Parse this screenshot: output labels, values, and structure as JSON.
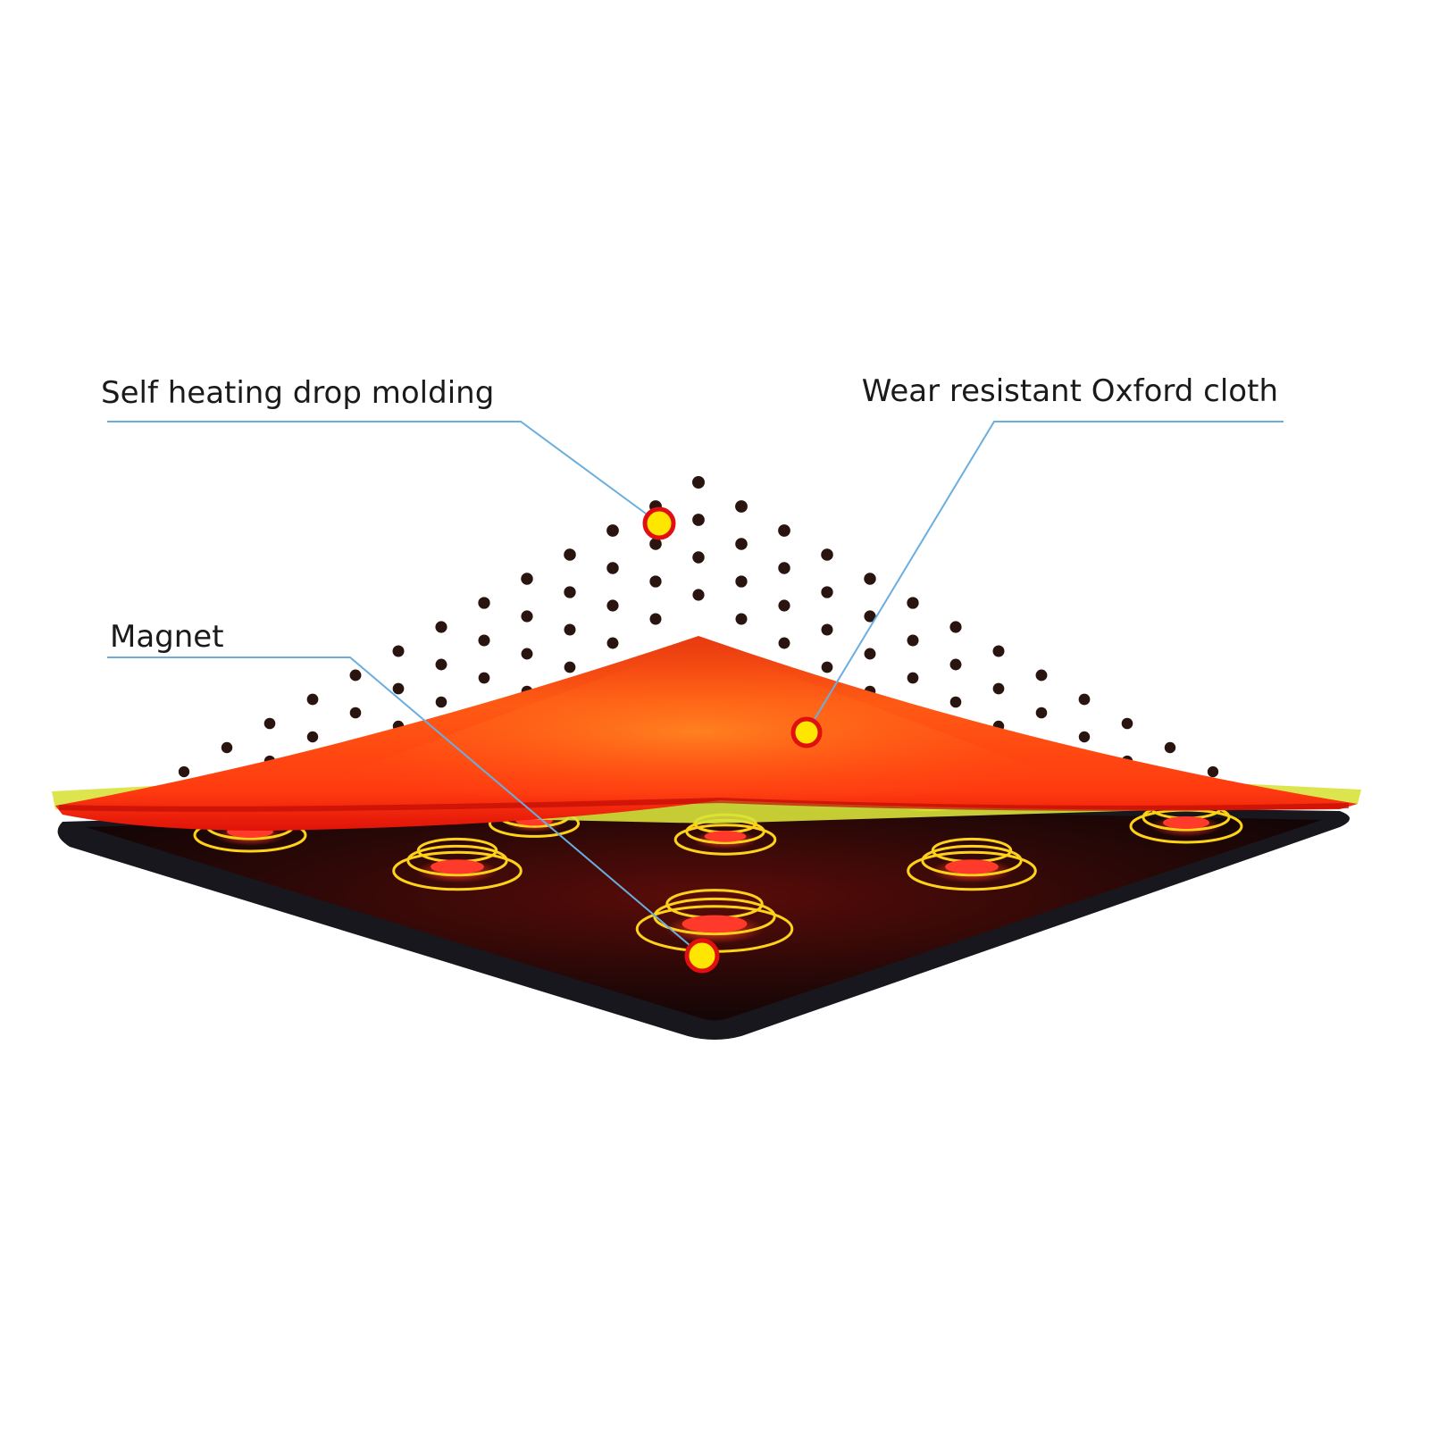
{
  "callouts": {
    "self_heating": {
      "label": "Self heating drop molding"
    },
    "oxford_cloth": {
      "label": "Wear resistant Oxford cloth"
    },
    "magnet": {
      "label": "Magnet"
    }
  },
  "colors": {
    "leader_line": "#6aaee0",
    "marker_ring": "#e01010",
    "marker_fill": "#ffe600",
    "dot": "#2a1410",
    "heat_layer": "#ff4a12",
    "base_pad": "#15151b",
    "magnet_ring": "#ffd21a",
    "magnet_core": "#ff3a2a"
  }
}
